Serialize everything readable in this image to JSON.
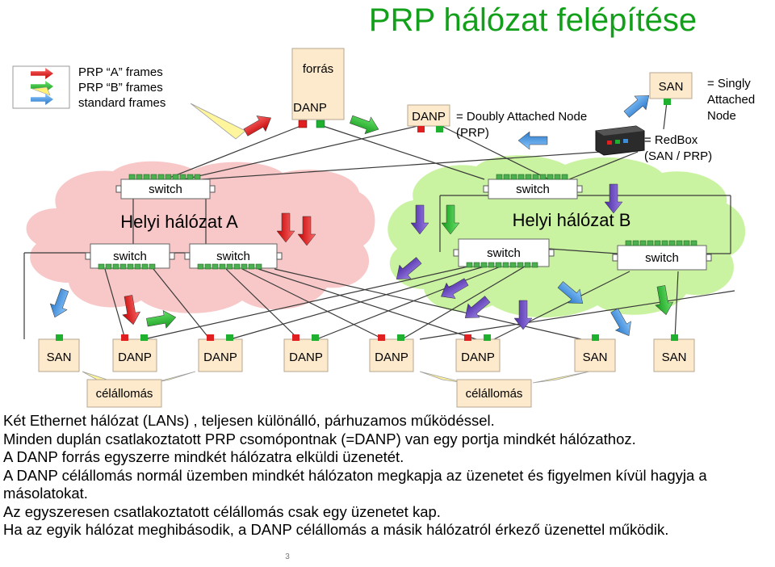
{
  "title": "PRP hálózat felépítése",
  "legend": {
    "frames_a": "PRP “A” frames",
    "frames_b": "PRP “B” frames",
    "frames_std": "standard frames",
    "colors": {
      "a": "#e02020",
      "b": "#20b030",
      "std": "#3a8fd8"
    }
  },
  "source": {
    "caption": "forrás",
    "node": "DANP"
  },
  "key": {
    "danp": "DANP",
    "danp_desc_1": "= Doubly Attached Node",
    "danp_desc_2": "(PRP)",
    "san": "SAN",
    "san_desc_1": "= Singly",
    "san_desc_2": "Attached",
    "san_desc_3": "Node",
    "redbox_desc_1": "= RedBox",
    "redbox_desc_2": "(SAN / PRP)"
  },
  "networks": {
    "a": {
      "name": "Helyi hálózat A",
      "color": "#f8c7c7"
    },
    "b": {
      "name": "Helyi hálózat B",
      "color": "#c9f3a0"
    }
  },
  "switch_label": "switch",
  "nodes": [
    "SAN",
    "DANP",
    "DANP",
    "DANP",
    "DANP",
    "DANP",
    "SAN",
    "SAN"
  ],
  "destinations": [
    "célállomás",
    "célállomás"
  ],
  "notes": [
    "Két Ethernet hálózat (LANs) , teljesen különálló, párhuzamos működéssel.",
    "Minden duplán csatlakoztatott PRP csomópontnak (=DANP) van egy portja mindkét hálózathoz.",
    "A DANP forrás egyszerre mindkét hálózatra elküldi üzenetét.",
    "A DANP célállomás normál üzemben mindkét hálózaton megkapja az üzenetet és figyelmen kívül hagyja a másolatokat.",
    "Az egyszeresen csatlakoztatott célállomás csak egy üzenetet kap.",
    "Ha az egyik hálózat meghibásodik, a DANP célállomás a másik hálózatról érkező üzenettel működik."
  ],
  "page_number": "3"
}
